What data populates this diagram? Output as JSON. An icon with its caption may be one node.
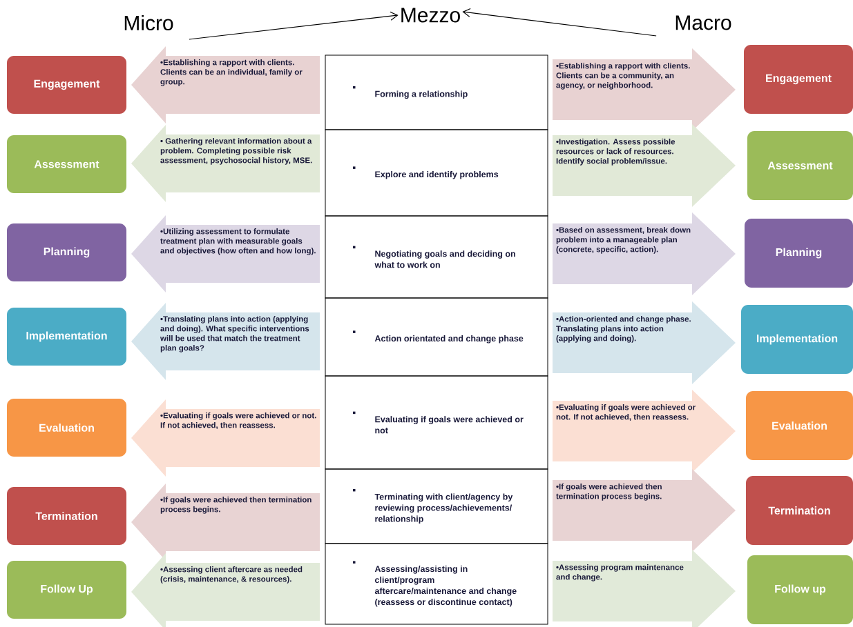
{
  "diagram": {
    "nodes": [
      {
        "text": [
          "Micro"
        ]
      },
      {
        "text": [
          "Mezzo"
        ]
      },
      {
        "text": [
          "Macro"
        ]
      },
      {
        "text": [
          "Engagement"
        ]
      },
      {
        "text": [
          "•Establishing a rapport with clients. Clients can be an individual, family or group."
        ]
      },
      {
        "text": [
          "Forming a relationship"
        ]
      },
      {
        "text": [
          "•Establishing a rapport with clients.  Clients can be a community, an agency, or neighborhood."
        ]
      },
      {
        "text": [
          "Engagement"
        ]
      },
      {
        "text": [
          "Assessment"
        ]
      },
      {
        "text": [
          "• Gathering relevant information about a problem. Completing possible risk assessment, psychosocial history, MSE."
        ]
      },
      {
        "text": [
          "Explore and identify problems"
        ]
      },
      {
        "text": [
          "•Investigation. Assess possible resources or lack of resources. Identify social problem/issue."
        ]
      },
      {
        "text": [
          "Assessment"
        ]
      },
      {
        "text": [
          "Planning"
        ]
      },
      {
        "text": [
          "•Utilizing assessment to formulate treatment plan with measurable goals and objectives (how often and how long)."
        ]
      },
      {
        "text": [
          "Negotiating goals and deciding on what to work on"
        ]
      },
      {
        "text": [
          "•Based on assessment, break down problem into a manageable plan (concrete, specific, action)."
        ]
      },
      {
        "text": [
          "Planning"
        ]
      },
      {
        "text": [
          "Implementation"
        ]
      },
      {
        "text": [
          "•Translating plans into action (applying and doing). What specific interventions will be used that match the treatment plan goals?"
        ]
      },
      {
        "text": [
          "Action orientated and change phase"
        ]
      },
      {
        "text": [
          "•Action-oriented and change phase. Translating plans into action (applying and doing)."
        ]
      },
      {
        "text": [
          "Implementation"
        ]
      },
      {
        "text": [
          "Evaluation"
        ]
      },
      {
        "text": [
          "•Evaluating if goals were achieved or not. If not achieved, then reassess."
        ]
      },
      {
        "text": [
          "Evaluating if goals were achieved or not"
        ]
      },
      {
        "text": [
          "•Evaluating if goals were achieved or not. If not achieved, then reassess."
        ]
      },
      {
        "text": [
          "Evaluation"
        ]
      },
      {
        "text": [
          "Termination"
        ]
      },
      {
        "text": [
          "•If goals were achieved then termination process begins."
        ]
      },
      {
        "text": [
          "Terminating with client/agency by reviewing process/achievements/ relationship"
        ]
      },
      {
        "text": [
          "•If goals were achieved then termination process begins."
        ]
      },
      {
        "text": [
          "Termination"
        ]
      },
      {
        "text": [
          "Follow Up"
        ]
      },
      {
        "text": [
          "•Assessing client aftercare as needed (crisis, maintenance,  & resources)."
        ]
      },
      {
        "text": [
          "Assessing/assisting in client/program aftercare/maintenance and change (reassess or discontinue contact)"
        ]
      },
      {
        "text": [
          "•Assessing program maintenance and change."
        ]
      },
      {
        "text": [
          "Follow up"
        ]
      }
    ],
    "edges": [
      {
        "from": 0,
        "to": 1,
        "arrow": "to"
      },
      {
        "from": 2,
        "to": 1,
        "arrow": "to"
      }
    ]
  }
}
